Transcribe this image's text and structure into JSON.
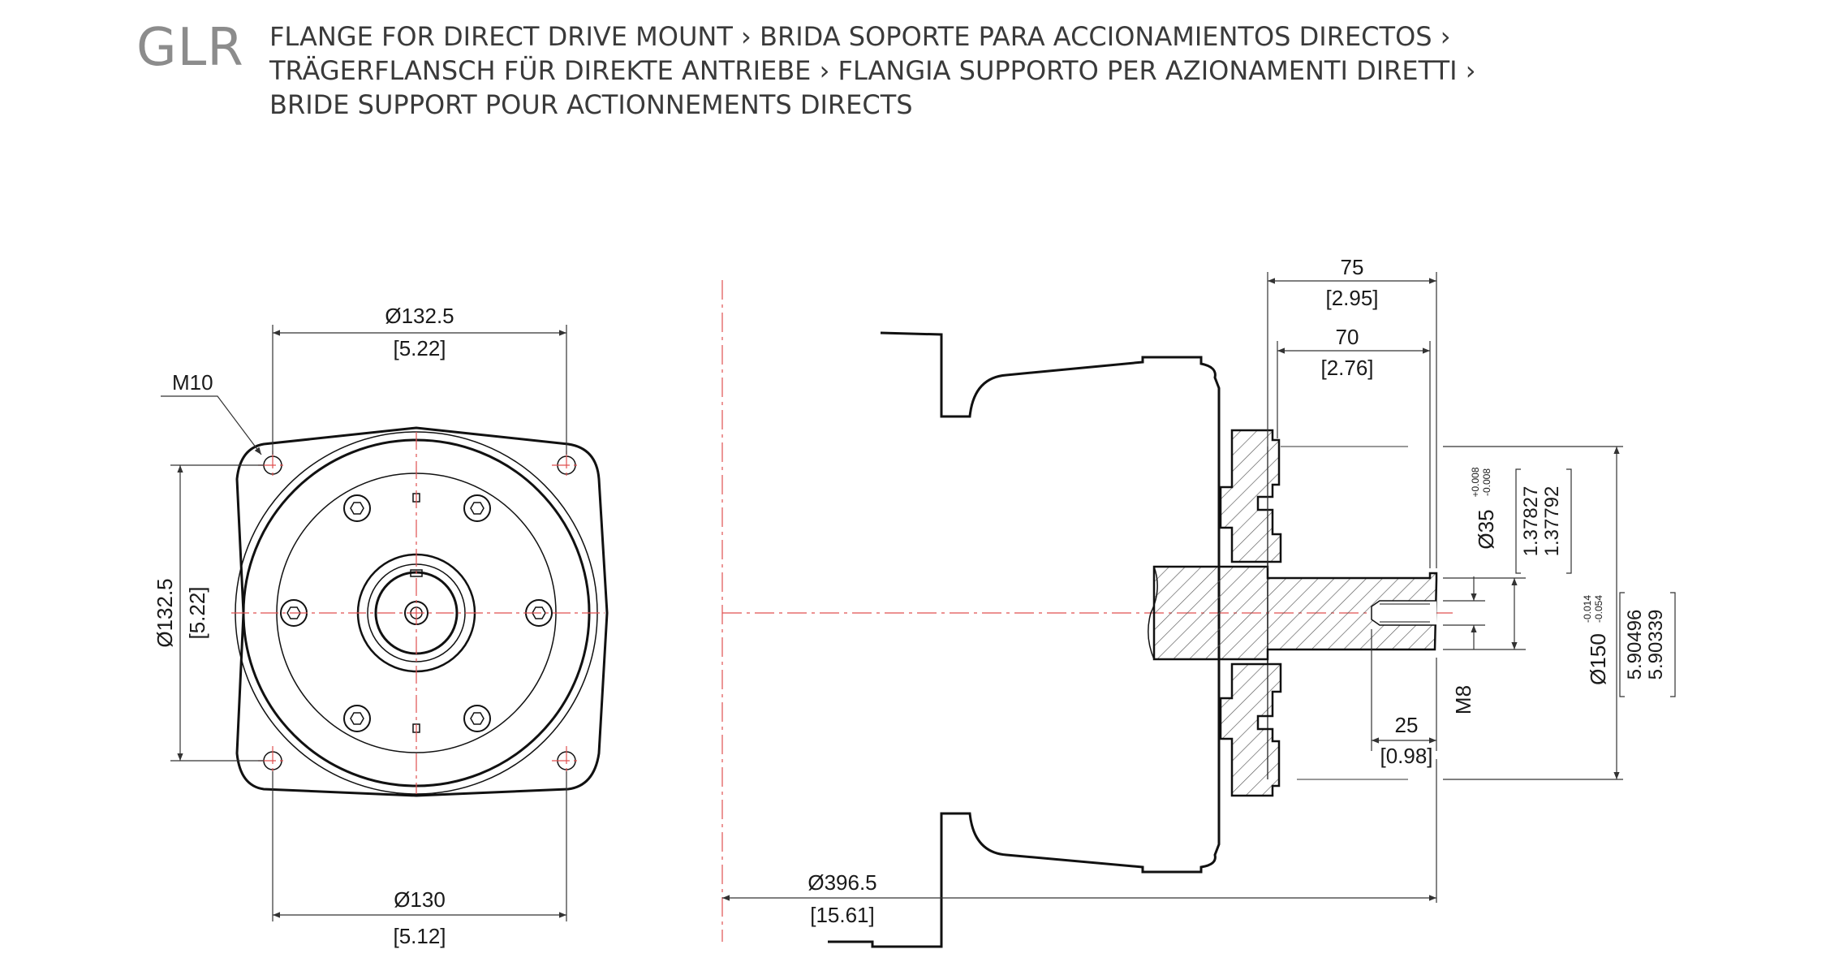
{
  "header": {
    "code": "GLR",
    "title_lines": [
      "FLANGE FOR DIRECT DRIVE MOUNT › BRIDA SOPORTE PARA ACCIONAMIENTOS DIRECTOS ›",
      "TRÄGERFLANSCH FÜR DIREKTE ANTRIEBE › FLANGIA SUPPORTO PER AZIONAMENTI DIRETTI ›",
      "BRIDE SUPPORT POUR ACTIONNEMENTS DIRECTS"
    ]
  },
  "front_view": {
    "top_dim": {
      "mm": "Ø132.5",
      "inch": "[5.22]"
    },
    "left_dim": {
      "mm": "Ø132.5",
      "inch": "[5.22]"
    },
    "bottom_dim": {
      "mm": "Ø130",
      "inch": "[5.12]"
    },
    "thread_label": "M10"
  },
  "side_view": {
    "dim_75": {
      "mm": "75",
      "inch": "[2.95]"
    },
    "dim_70": {
      "mm": "70",
      "inch": "[2.76]"
    },
    "shaft_dia": {
      "mm": "Ø35",
      "tol_upper": "+0.008",
      "tol_lower": "-0.008",
      "inch_max": "1.37827",
      "inch_min": "1.37792"
    },
    "pilot_dia": {
      "mm": "Ø150",
      "tol_upper": "-0.014",
      "tol_lower": "-0.054",
      "inch_max": "5.90496",
      "inch_min": "5.90339"
    },
    "thread_label": "M8",
    "dim_25": {
      "mm": "25",
      "inch": "[0.98]"
    },
    "overall": {
      "mm": "Ø396.5",
      "inch": "[15.61]"
    }
  },
  "colors": {
    "line": "#111111",
    "centerline": "#e05050",
    "dim": "#333333",
    "hatch": "#555555"
  }
}
